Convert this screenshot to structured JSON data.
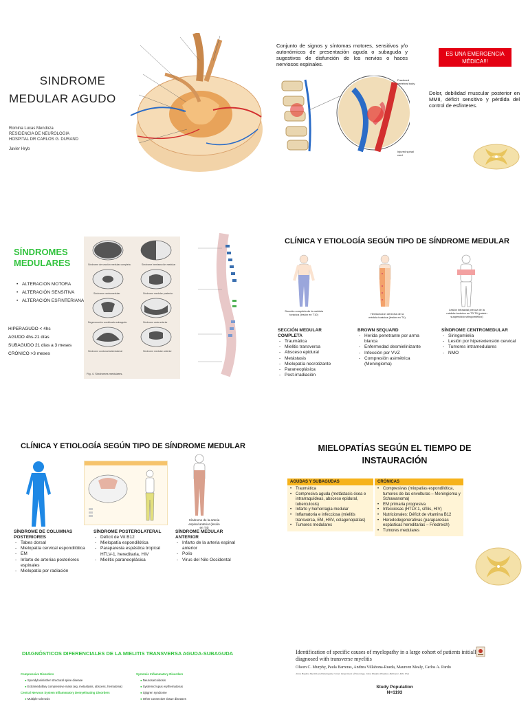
{
  "slide1": {
    "title_line1": "SINDROME",
    "title_line2": "MEDULAR AGUDO",
    "author1": "Romina Lucas Mendoza",
    "author2": "RESIDENCIA DE NEUROLOGIA",
    "author3": "HOSPITAL DR CARLOS G. DURAND",
    "author4": "Javier Hryb"
  },
  "slide2": {
    "definition": "Conjunto de signos y síntomas motores, sensitivos y/o autonómicos de presentación aguda o subaguda y sugestivos de disfunción de los nervios o haces nerviosos espinales.",
    "emergency": "ES UNA EMERGENCIA MÉDICA!!!",
    "symptoms": "Dolor, debilidad muscular posterior en MMII, déficit sensitivo y pérdida del control de esfínteres.",
    "fig_label1": "Fractured vertebral body",
    "fig_label2": "Injured spinal cord"
  },
  "slide3": {
    "title_line1": "SÍNDROMES",
    "title_line2": "MEDULARES",
    "bullets": [
      "ALTERACION MOTORA",
      "ALTERACIÓN SENSITIVA",
      "ALTERACIÓN ESFINTERIANA"
    ],
    "time1": "HIPERAGUDO < 4hs",
    "time2": "AGUDO 4hs-21 días",
    "time3": "SUBAGUDO 21 días a 3 meses",
    "time4": "CRÓNICO >3 meses",
    "fig_caption": "Fig. 4. Síndromes medulares."
  },
  "slide4": {
    "title": "CLÍNICA Y ETIOLOGÍA SEGÚN TIPO DE SÍNDROME MEDULAR",
    "col1_head": "SECCIÓN MEDULAR COMPLETA",
    "col1_items": [
      "Traumática",
      "Mielitis transversa",
      "Absceso epidural",
      "Metástasis",
      "Mielopatía necrotizante",
      "Paraneoplásica",
      "Post-irradiación"
    ],
    "col2_head": "BROWN SEQUARD",
    "col2_items": [
      "Herida penetrante por arma blanca",
      "Enfermedad desmielinizante",
      "Infección por VVZ",
      "Compresión asimétrica (Meningioma)"
    ],
    "col3_head": "SÍNDROME CENTROMEDULAR",
    "col3_items": [
      "Siringomielia",
      "Lesión por hiperextensión cervical",
      "Tumores intramedulares",
      "NMO"
    ],
    "fig1_caption": "Sección completa de la médula torácica (lesión en T10)",
    "fig2_caption": "Hemisección derecha de la médula torácica (lesión en T4)",
    "fig3_caption": "Lesión intraaxial precoz de la médula torácica en T3-T6 (patrón suspendido siringomiélico)"
  },
  "slide5": {
    "title": "CLÍNICA Y ETIOLOGÍA SEGÚN TIPO DE SÍNDROME MEDULAR",
    "col1_head": "SÍNDROME DE COLUMNAS POSTERIORES",
    "col1_items": [
      "Tabes dorsal",
      "Mielopatía cervical espondilótica",
      "EM",
      "Infarto de arterias posteriores espinales",
      "Mielopatía por radiación"
    ],
    "col2_head": "SÍNDROME POSTEROLATERAL",
    "col2_items": [
      "Déficit de Vit B12",
      "Mielopatía espondilótica",
      "Paraparesia espástica tropical HTLV-1, hereditaria, HIV",
      "Mielitis paraneoplásica"
    ],
    "col3_head": "SÍNDROME MEDULAR ANTERIOR",
    "col3_items": [
      "Infarto de la arteria espinal anterior",
      "Polio",
      "Virus del Nilo Occidental"
    ],
    "fig3_caption": "Síndrome de la arteria espinal anterior (lesión en T4)"
  },
  "slide6": {
    "title_line1": "MIELOPATÍAS SEGÚN EL TIEMPO DE",
    "title_line2": "INSTAURACIÓN",
    "head_left": "AGUDAS Y SUBAGUDAS",
    "head_right": "CRÓNICAS",
    "left_items": [
      "Traumática",
      "Compresiva aguda (metástasis ósea e intrarraquídeas, absceso epidural, tuberculosis)",
      "Infarto y hemorragia medular",
      "Inflamatoria e infecciosa (mielitis transversa, EM, HSV, colagenopatías)",
      "Tumores medulares"
    ],
    "right_items": [
      "Compresivas (miopatías espondilótica, tumores de las envolturas – Meningioma y Schawanoma)",
      "EM primaria progresiva",
      "Infecciosas (HTLV-1, sífilis, HIV)",
      "Nutricionales: Déficit de vitamina B12",
      "Heredodegenerativas (paraparesias espásticas hereditarias – Friedreich)",
      "Tumores medulares"
    ]
  },
  "slide7": {
    "title": "DIAGNÓSTICOS DIFERENCIALES DE LA MIELITIS TRANSVERSA AGUDA-SUBAGUDA",
    "left_head1": "Compressive Disorders",
    "left_items1": [
      "Spondylosis/other structural spine disease",
      "Extramedullary compressive mass (eg, metastasis, abscess, hematoma)"
    ],
    "left_head2": "Central Nervous System Inflammatory Demyelinating Disorders",
    "left_items2": [
      "Multiple sclerosis"
    ],
    "right_head": "Systemic Inflammatory Disorders",
    "right_items": [
      "Neurosarcoidosis",
      "Systemic lupus erythematosus",
      "Sjögren syndrome",
      "Other connective tissue diseases"
    ]
  },
  "slide8": {
    "title": "Identification of specific causes of myelopathy in a large cohort of patients initially diagnosed with transverse myelitis",
    "authors": "Olwen C. Murphy, Paula Barreras, Andrea Villabona-Rueda, Maureen Mealy, Carlos A. Pardo",
    "affiliation": "Johns Hopkins Myelitis and Myelopathy Center, Department of Neurology, Johns Hopkins Hospital, Baltimore, MD, USA",
    "study_label": "Study Population",
    "study_n": "N=1193"
  },
  "colors": {
    "green": "#33c33f",
    "red": "#e40012",
    "orange": "#f6b21a",
    "beige": "#fff4d6"
  }
}
